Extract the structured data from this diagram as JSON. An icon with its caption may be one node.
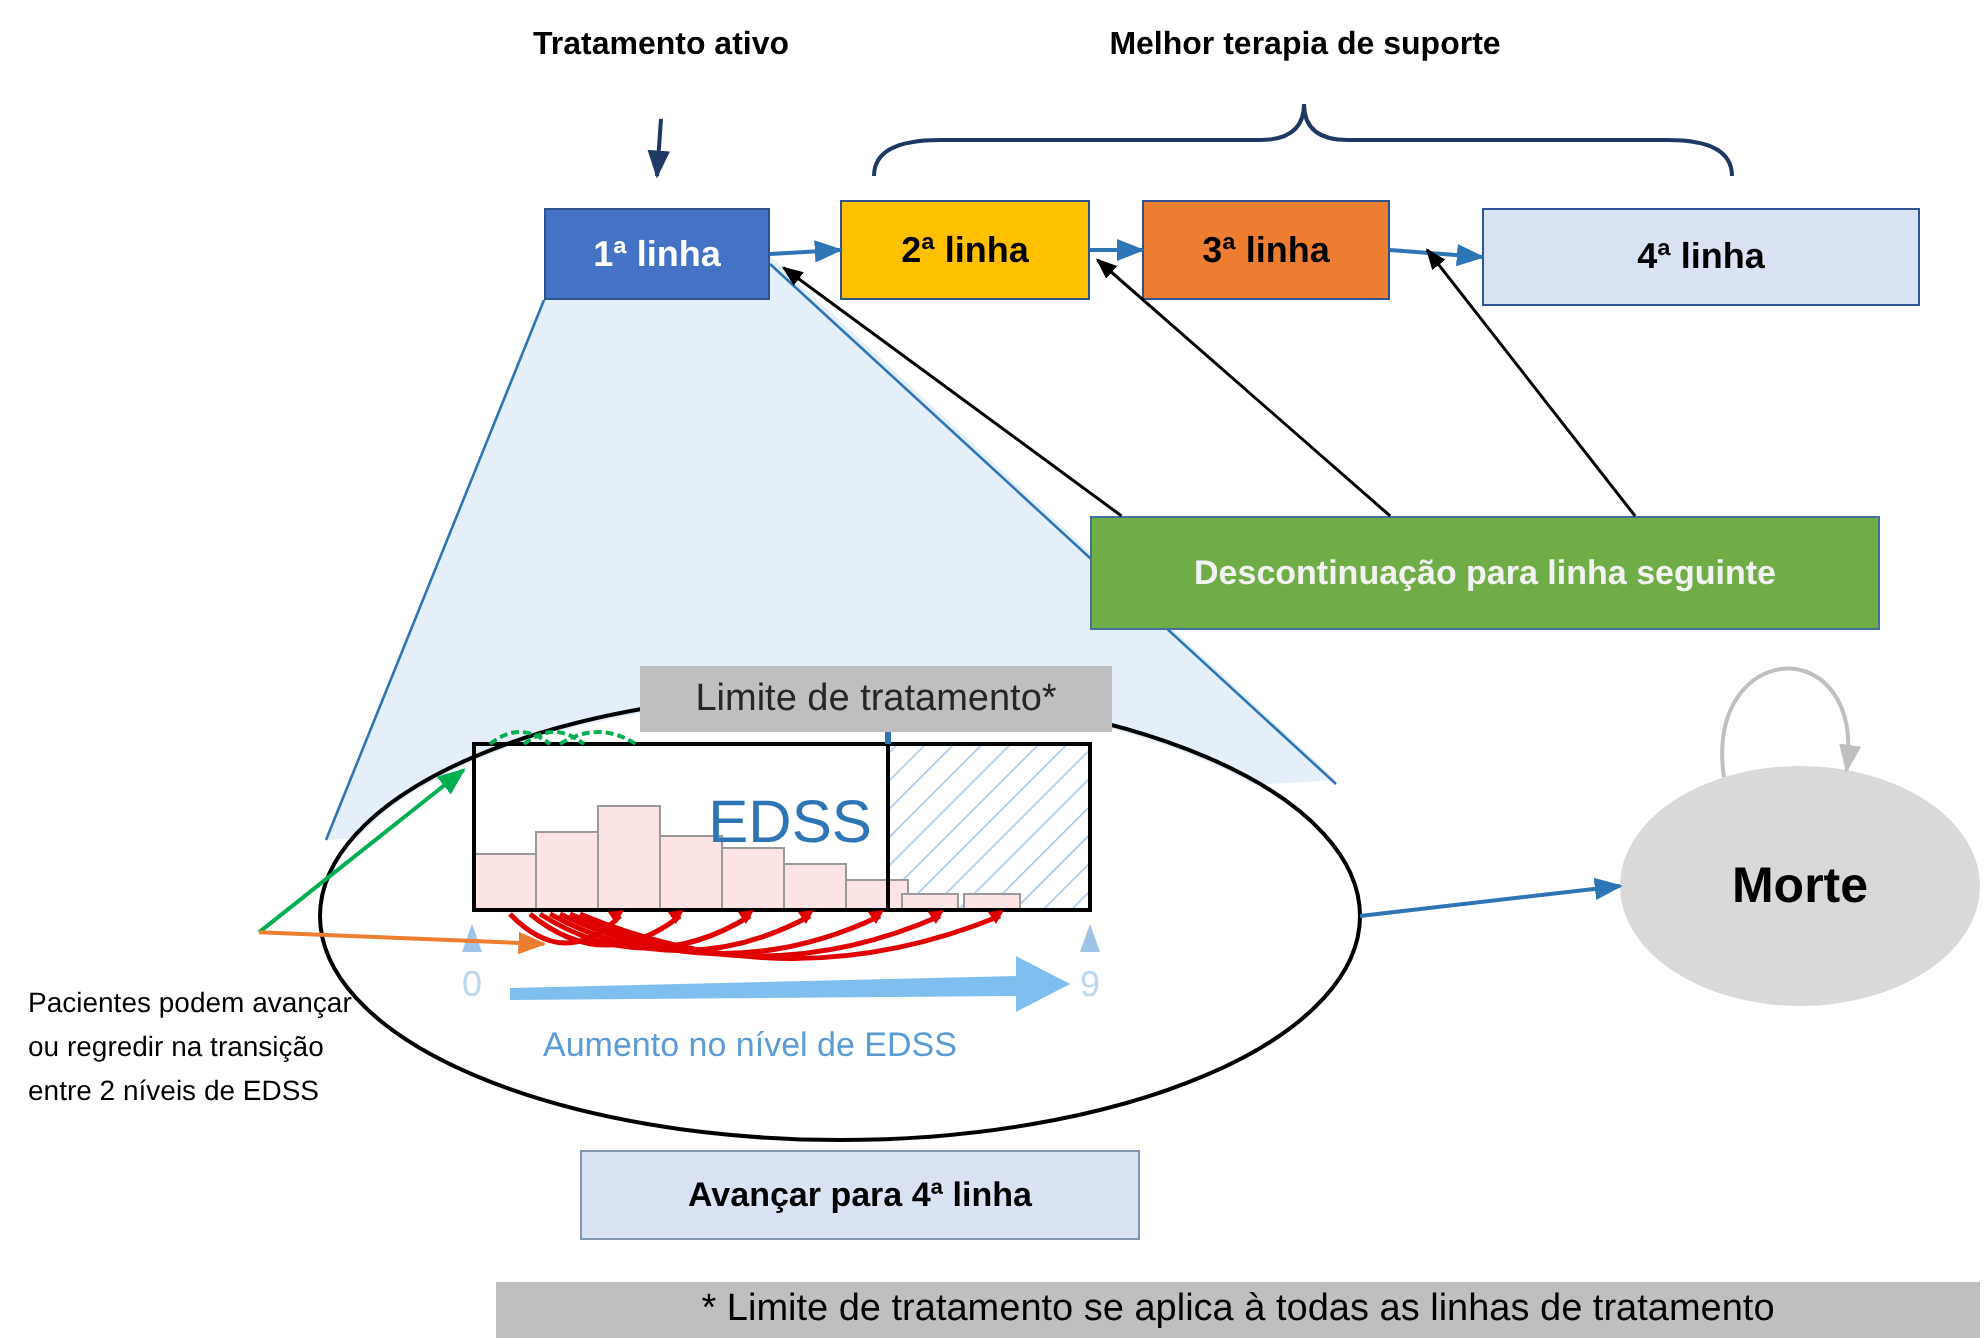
{
  "diagram": {
    "nodes": [
      {
        "text": [
          "Tratamento ativo"
        ]
      },
      {
        "text": [
          "1ª linha"
        ]
      },
      {
        "text": [
          "2ª linha"
        ]
      },
      {
        "text": [
          "3ª linha"
        ]
      },
      {
        "text": [
          "4ª linha"
        ]
      },
      {
        "text": [
          "Descontinuação para linha seguinte"
        ]
      },
      {
        "text": [],
        "shape": "ellipse"
      },
      {
        "text": [
          "Morte"
        ]
      },
      {
        "text": [
          "Pacientes podem avançar ou regredir na transição entre 2 níveis de EDSS"
        ]
      },
      {
        "text": [
          "Avançar para 4ª linha"
        ]
      }
    ],
    "edges": [
      {
        "from": 0,
        "to": 1,
        "arrow": "to",
        "color": "#1f3864"
      },
      {
        "from": 1,
        "to": 2,
        "arrow": "to"
      },
      {
        "from": 2,
        "to": 3,
        "arrow": "to"
      },
      {
        "from": 3,
        "to": 4,
        "arrow": "to"
      },
      {
        "from": 5,
        "to": 1,
        "arrow": "to",
        "color": "#000000"
      },
      {
        "from": 5,
        "to": 2,
        "arrow": "to",
        "color": "#000000"
      },
      {
        "from": 5,
        "to": 3,
        "arrow": "to",
        "color": "#000000"
      },
      {
        "from": 6,
        "to": 7,
        "arrow": "to"
      },
      {
        "from": 7,
        "to": 7,
        "arrow": "to",
        "color": "#bfbfbf"
      },
      {
        "from": 8,
        "to": 6,
        "arrow": "to",
        "color": "#00b050"
      },
      {
        "from": 8,
        "to": 6,
        "arrow": "to",
        "color": "#ed7d31"
      }
    ],
    "labels": [
      "Melhor terapia de suporte",
      "Limite de tratamento*",
      "EDSS",
      "0",
      "9",
      "Aumento no nível de EDSS",
      "* Limite de tratamento se aplica à todas as linhas de tratamento"
    ]
  }
}
